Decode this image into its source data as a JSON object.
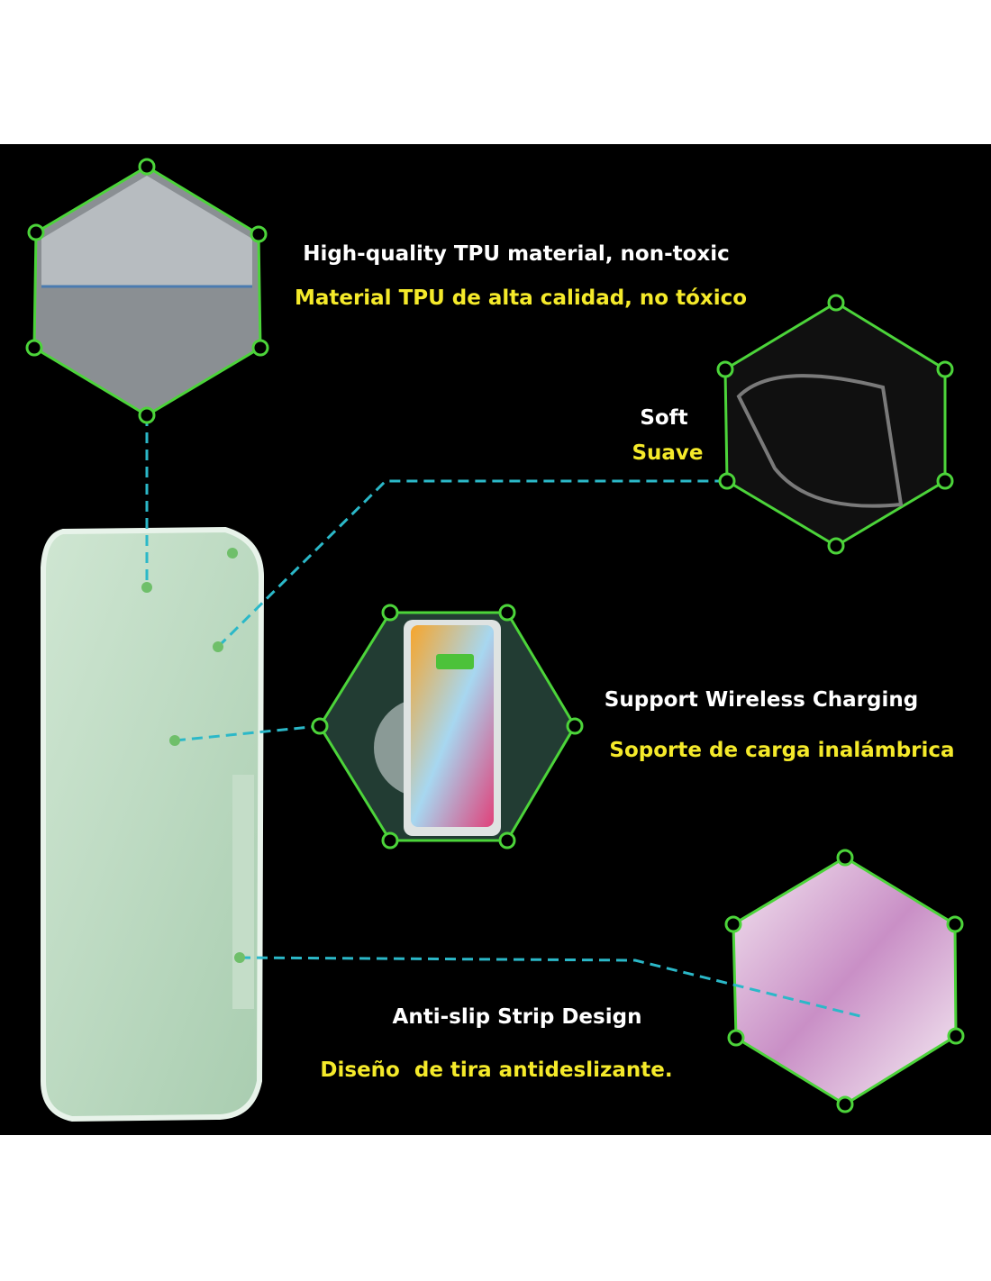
{
  "features": [
    {
      "en": "High-quality TPU material, non-toxic",
      "es": "Material TPU de alta calidad, no tóxico",
      "image": "tpu-pellets-photo"
    },
    {
      "en": "Soft",
      "es": "Suave",
      "image": "bent-case-photo"
    },
    {
      "en": "Support Wireless Charging",
      "es": "Soporte de carga inalámbrica",
      "image": "phone-on-charger-photo"
    },
    {
      "en": "Anti-slip Strip Design",
      "es": "Diseño  de tira antideslizante.",
      "image": "case-edge-closeup-photo"
    }
  ],
  "colors": {
    "background": "#000000",
    "outline": "#4cd43a",
    "leader": "#2bb8c8",
    "english": "#ffffff",
    "spanish": "#f5ea2a"
  }
}
